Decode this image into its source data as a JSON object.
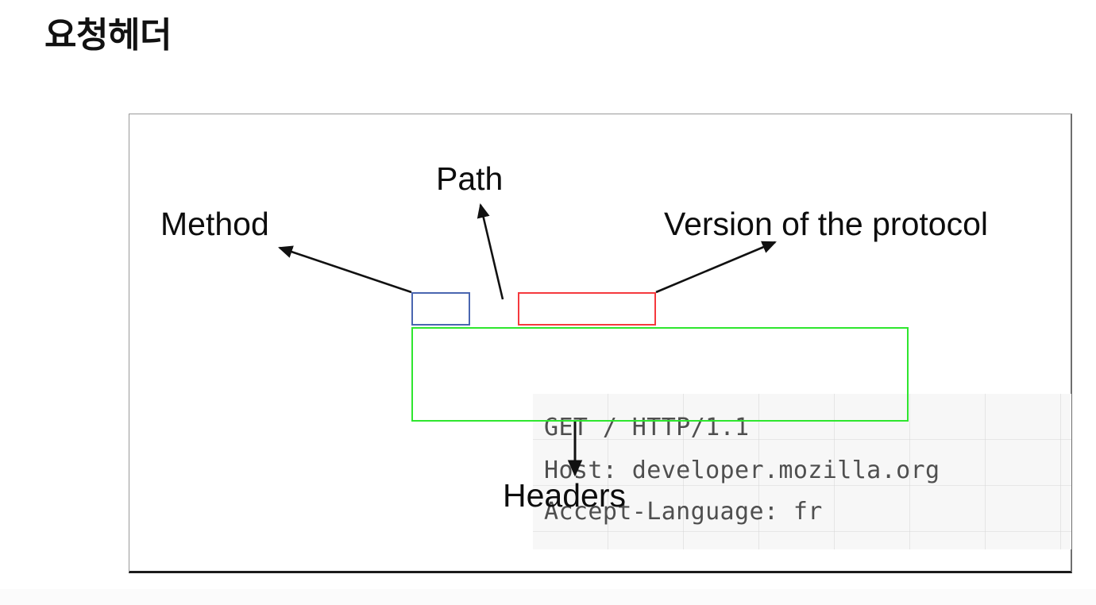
{
  "page": {
    "title": "요청헤더",
    "background_color": "#ffffff"
  },
  "figure": {
    "name": "http-request-anatomy-diagram",
    "frame_border_color": "#9a9a9a",
    "code_background_color": "#f7f7f7",
    "code_text_color": "#4f4f4f",
    "code_lines": [
      "GET / HTTP/1.1",
      "Host: developer.mozilla.org",
      "Accept-Language: fr"
    ],
    "highlights": [
      {
        "id": "method",
        "text": "GET",
        "color": "#4a66b0"
      },
      {
        "id": "version",
        "text": "HTTP/1.1",
        "color": "#f5393d"
      },
      {
        "id": "headers",
        "text": "Host: developer.mozilla.org / Accept-Language: fr",
        "color": "#2ee62e"
      }
    ],
    "annotations": [
      {
        "id": "method",
        "label": "Method",
        "points_to": "GET",
        "color": "#0d0d0d"
      },
      {
        "id": "path",
        "label": "Path",
        "points_to": "/",
        "color": "#0d0d0d"
      },
      {
        "id": "version",
        "label": "Version of the protocol",
        "points_to": "HTTP/1.1",
        "color": "#0d0d0d"
      },
      {
        "id": "headers",
        "label": "Headers",
        "points_to": "header-lines",
        "color": "#0d0d0d"
      }
    ]
  }
}
